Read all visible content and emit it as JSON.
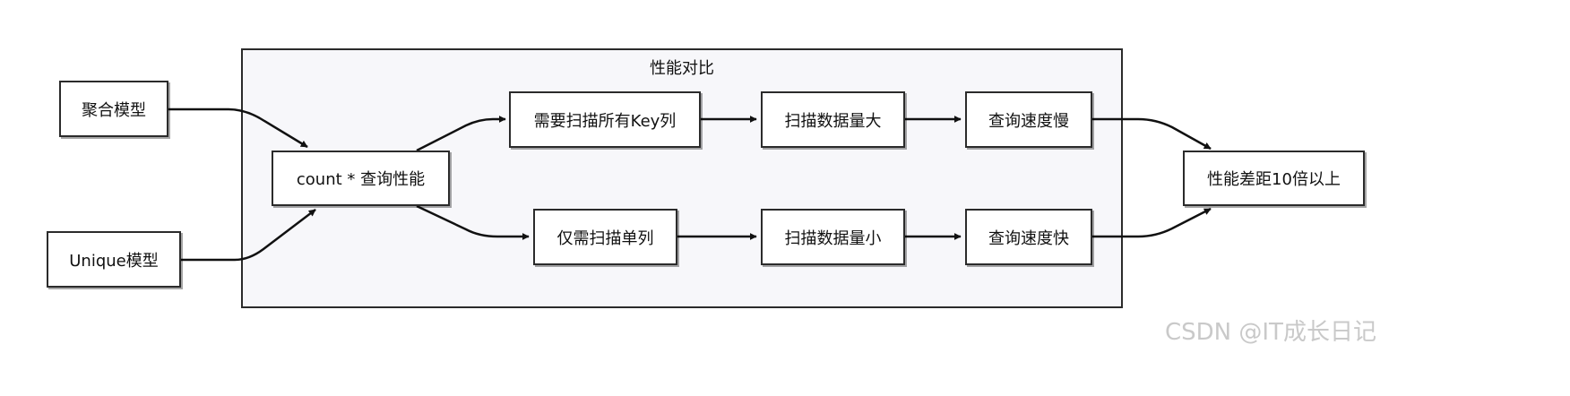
{
  "diagram": {
    "group_title": "性能对比",
    "nodes": {
      "agg": "聚合模型",
      "uniq": "Unique模型",
      "count": "count * 查询性能",
      "scanAll": "需要扫描所有Key列",
      "scanOne": "仅需扫描单列",
      "dataLarge": "扫描数据量大",
      "dataSmall": "扫描数据量小",
      "slow": "查询速度慢",
      "fast": "查询速度快",
      "result": "性能差距10倍以上"
    },
    "edges": [
      {
        "from": "agg",
        "to": "count"
      },
      {
        "from": "uniq",
        "to": "count"
      },
      {
        "from": "count",
        "to": "scanAll"
      },
      {
        "from": "count",
        "to": "scanOne"
      },
      {
        "from": "scanAll",
        "to": "dataLarge"
      },
      {
        "from": "scanOne",
        "to": "dataSmall"
      },
      {
        "from": "dataLarge",
        "to": "slow"
      },
      {
        "from": "dataSmall",
        "to": "fast"
      },
      {
        "from": "slow",
        "to": "result"
      },
      {
        "from": "fast",
        "to": "result"
      }
    ]
  },
  "watermark": "CSDN @IT成长日记"
}
